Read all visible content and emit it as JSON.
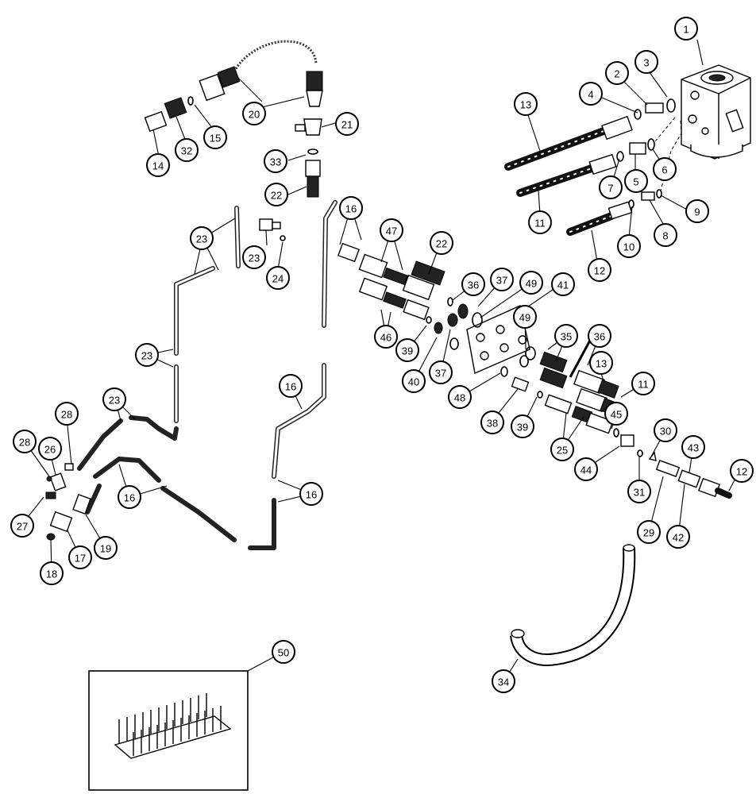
{
  "callouts": [
    {
      "id": "c1",
      "label": "1"
    },
    {
      "id": "c2",
      "label": "2"
    },
    {
      "id": "c3",
      "label": "3"
    },
    {
      "id": "c4",
      "label": "4"
    },
    {
      "id": "c5",
      "label": "5"
    },
    {
      "id": "c6",
      "label": "6"
    },
    {
      "id": "c7",
      "label": "7"
    },
    {
      "id": "c8",
      "label": "8"
    },
    {
      "id": "c9",
      "label": "9"
    },
    {
      "id": "c10",
      "label": "10"
    },
    {
      "id": "c11a",
      "label": "11"
    },
    {
      "id": "c12a",
      "label": "12"
    },
    {
      "id": "c13a",
      "label": "13"
    },
    {
      "id": "c14",
      "label": "14"
    },
    {
      "id": "c15",
      "label": "15"
    },
    {
      "id": "c16a",
      "label": "16"
    },
    {
      "id": "c20",
      "label": "20"
    },
    {
      "id": "c21",
      "label": "21"
    },
    {
      "id": "c22a",
      "label": "22"
    },
    {
      "id": "c32",
      "label": "32"
    },
    {
      "id": "c33",
      "label": "33"
    },
    {
      "id": "c23a",
      "label": "23"
    },
    {
      "id": "c23b",
      "label": "23"
    },
    {
      "id": "c24",
      "label": "24"
    },
    {
      "id": "c47",
      "label": "47"
    },
    {
      "id": "c22b",
      "label": "22"
    },
    {
      "id": "c36a",
      "label": "36"
    },
    {
      "id": "c37a",
      "label": "37"
    },
    {
      "id": "c49a",
      "label": "49"
    },
    {
      "id": "c41",
      "label": "41"
    },
    {
      "id": "c46",
      "label": "46"
    },
    {
      "id": "c39a",
      "label": "39"
    },
    {
      "id": "c40",
      "label": "40"
    },
    {
      "id": "c37b",
      "label": "37"
    },
    {
      "id": "c48",
      "label": "48"
    },
    {
      "id": "c49b",
      "label": "49"
    },
    {
      "id": "c35",
      "label": "35"
    },
    {
      "id": "c36b",
      "label": "36"
    },
    {
      "id": "c13b",
      "label": "13"
    },
    {
      "id": "c11b",
      "label": "11"
    },
    {
      "id": "c23c",
      "label": "23"
    },
    {
      "id": "c23d",
      "label": "23"
    },
    {
      "id": "c16b",
      "label": "16"
    },
    {
      "id": "c28a",
      "label": "28"
    },
    {
      "id": "c28b",
      "label": "28"
    },
    {
      "id": "c26",
      "label": "26"
    },
    {
      "id": "c27",
      "label": "27"
    },
    {
      "id": "c18",
      "label": "18"
    },
    {
      "id": "c17",
      "label": "17"
    },
    {
      "id": "c19",
      "label": "19"
    },
    {
      "id": "c16c",
      "label": "16"
    },
    {
      "id": "c16d",
      "label": "16"
    },
    {
      "id": "c38",
      "label": "38"
    },
    {
      "id": "c39b",
      "label": "39"
    },
    {
      "id": "c25",
      "label": "25"
    },
    {
      "id": "c45",
      "label": "45"
    },
    {
      "id": "c44",
      "label": "44"
    },
    {
      "id": "c30",
      "label": "30"
    },
    {
      "id": "c31",
      "label": "31"
    },
    {
      "id": "c43",
      "label": "43"
    },
    {
      "id": "c29",
      "label": "29"
    },
    {
      "id": "c42",
      "label": "42"
    },
    {
      "id": "c12b",
      "label": "12"
    },
    {
      "id": "c34",
      "label": "34"
    },
    {
      "id": "c50",
      "label": "50"
    }
  ]
}
